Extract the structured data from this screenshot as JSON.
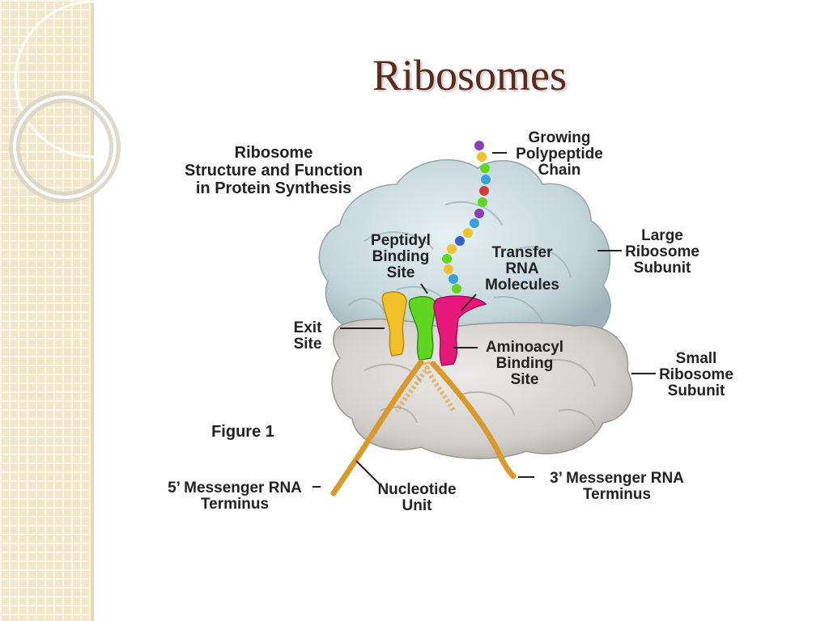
{
  "slide": {
    "title": "Ribosomes"
  },
  "figure": {
    "title_lines": [
      "Ribosome",
      "Structure and Function",
      "in Protein Synthesis"
    ],
    "caption": "Figure 1",
    "labels": {
      "growing_chain": [
        "Growing",
        "Polypeptide",
        "Chain"
      ],
      "large_subunit": [
        "Large",
        "Ribosome",
        "Subunit"
      ],
      "peptidyl_site": [
        "Peptidyl",
        "Binding",
        "Site"
      ],
      "trna": [
        "Transfer",
        "RNA",
        "Molecules"
      ],
      "exit_site": [
        "Exit",
        "Site"
      ],
      "aminoacyl_site": [
        "Aminoacyl",
        "Binding",
        "Site"
      ],
      "small_subunit": [
        "Small",
        "Ribosome",
        "Subunit"
      ],
      "mrna_5": [
        "5’ Messenger RNA",
        "Terminus"
      ],
      "nucleotide": [
        "Nucleotide",
        "Unit"
      ],
      "mrna_3": [
        "3’ Messenger RNA",
        "Terminus"
      ]
    }
  },
  "colors": {
    "large_subunit": "#c9dbe0",
    "small_subunit": "#d9d6d3",
    "exit_trna": "#f2c029",
    "peptidyl_trna": "#5fd61f",
    "aminoacyl_trna": "#e6197a",
    "mrna": "#d99a2b",
    "title": "#5a2a1c"
  },
  "icons": {
    "sidebar_decoration": "concentric-circles"
  }
}
